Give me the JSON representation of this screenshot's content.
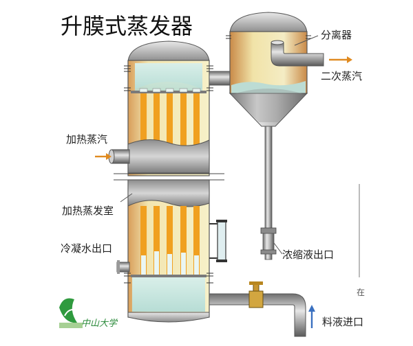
{
  "title": "升膜式蒸发器",
  "labels": {
    "separator": "分离器",
    "secondary_steam": "二次蒸汽",
    "heating_steam": "加热蒸汽",
    "heating_chamber": "加热蒸发室",
    "condensate_outlet": "冷凝水出口",
    "concentrate_outlet": "浓缩液出口",
    "feed_inlet": "料液进口",
    "edge_mark": "在"
  },
  "logo": {
    "text": "中山大学"
  },
  "colors": {
    "steel": "#9a9a9a",
    "liquid": "#c8e6e0",
    "tube": "#f0a020",
    "shell_glow": "#e8c27a",
    "arrow_orange": "#e08a20",
    "arrow_blue": "#3a70c0"
  }
}
